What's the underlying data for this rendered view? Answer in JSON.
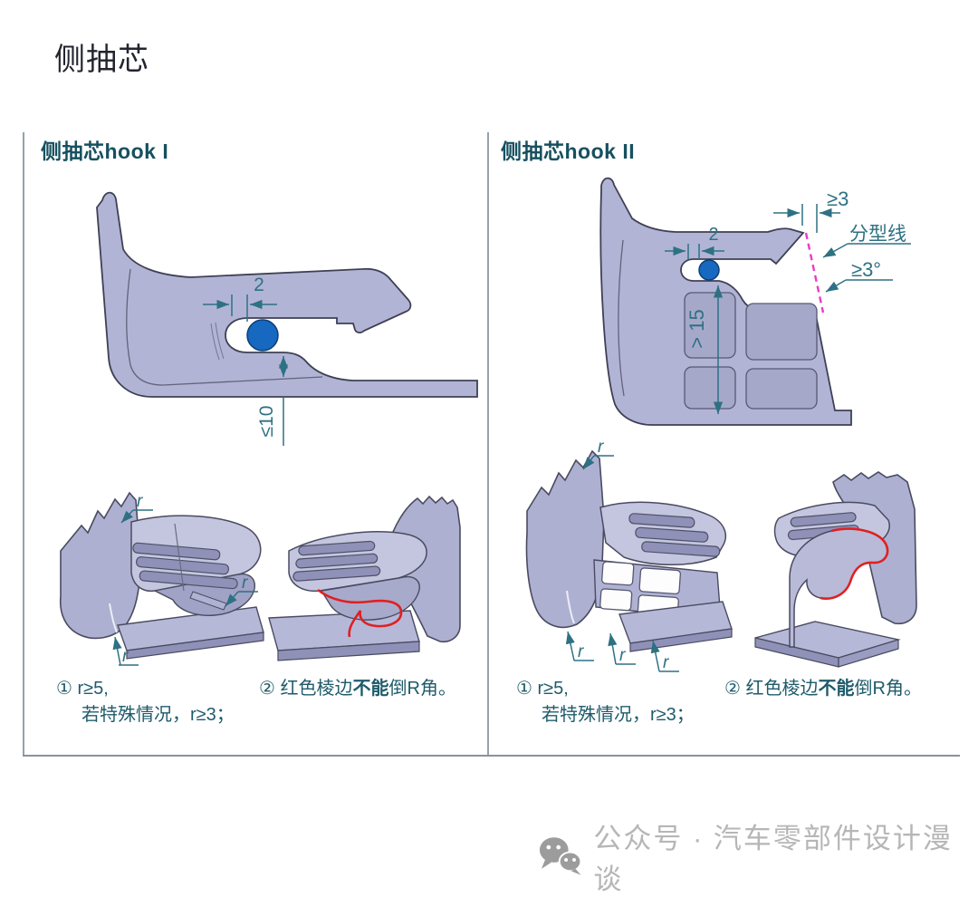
{
  "page": {
    "title": "侧抽芯"
  },
  "panels": [
    {
      "header": "侧抽芯hook I",
      "dims": {
        "width": "2",
        "lip_height": "≤10"
      },
      "r_label": "r",
      "notes": {
        "note1_line1": "① r≥5,",
        "note1_line2": "若特殊情况，r≥3；",
        "note2_prefix": "② 红色棱边",
        "note2_bold": "不能",
        "note2_suffix": "倒R角。"
      }
    },
    {
      "header": "侧抽芯hook II",
      "dims": {
        "width": "2",
        "depth": "> 15",
        "tip_gap": "≥3",
        "parting_line_label": "分型线",
        "draft_angle": "≥3°"
      },
      "r_label": "r",
      "notes": {
        "note1_line1": "① r≥5,",
        "note1_line2": "若特殊情况，r≥3；",
        "note2_prefix": "② 红色棱边",
        "note2_bold": "不能",
        "note2_suffix": "倒R角。"
      }
    }
  ],
  "footer": {
    "source": "公众号 · 汽车零部件设计漫谈"
  },
  "colors": {
    "accent_teal": "#2e7183",
    "header_teal": "#16505f",
    "cad_body": "#b2b4d6",
    "insert_blue": "#1668c0",
    "parting_magenta": "#e83cc8",
    "edge_red": "#e02020"
  }
}
